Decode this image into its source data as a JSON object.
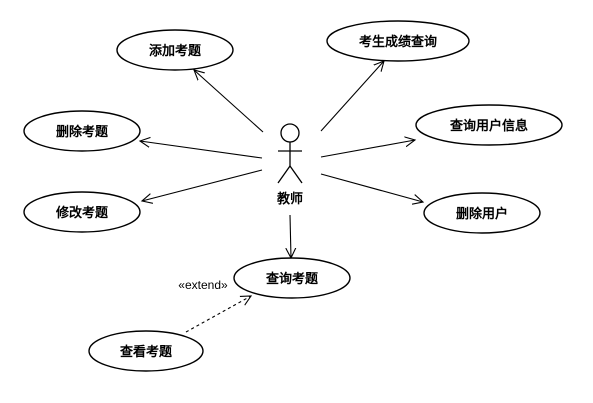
{
  "diagram": {
    "actor": {
      "label": "教师"
    },
    "use_cases": {
      "add_question": "添加考题",
      "delete_question": "删除考题",
      "modify_question": "修改考题",
      "query_question": "查询考题",
      "view_question": "查看考题",
      "score_query": "考生成绩查询",
      "user_info_query": "查询用户信息",
      "delete_user": "删除用户"
    },
    "extend_label": "«extend»"
  }
}
